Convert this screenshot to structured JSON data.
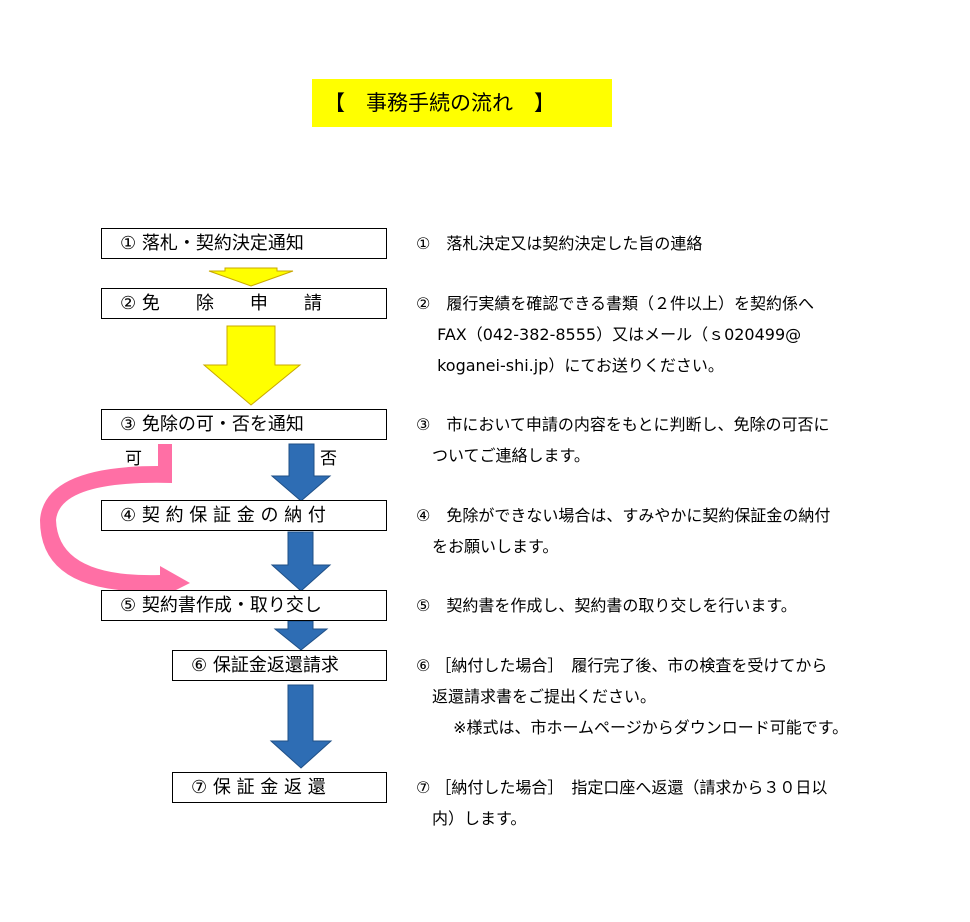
{
  "title": "【　事務手続の流れ　】",
  "steps": {
    "s1": "① 落札・契約決定通知",
    "s2": "② 免　　除　　申　　請",
    "s3": "③ 免除の可・否を通知",
    "s4": "④ 契 約 保 証 金 の 納 付",
    "s5": "⑤ 契約書作成・取り交し",
    "s6": "⑥ 保証金返還請求",
    "s7": "⑦ 保 証 金 返 還"
  },
  "branch": {
    "yes": "可",
    "no": "否"
  },
  "descriptions": {
    "d1": "①　落札決定又は契約決定した旨の連絡",
    "d2": "②　履行実績を確認できる書類（２件以上）を契約係へ\n　 FAX（042-382-8555）又はメール（ｓ020499@\n　 koganei-shi.jp）にてお送りください。",
    "d3": "③　市において申請の内容をもとに判断し、免除の可否に\n　ついてご連絡します。",
    "d4": "④　免除ができない場合は、すみやかに契約保証金の納付\n　をお願いします。",
    "d5": "⑤　契約書を作成し、契約書の取り交しを行います。",
    "d6": "⑥ ［納付した場合］　履行完了後、市の検査を受けてから\n　返還請求書をご提出ください。\n　　 ※様式は、市ホームページからダウンロード可能です。",
    "d7": "⑦ ［納付した場合］　指定口座へ返還（請求から３０日以\n　内）します。"
  },
  "colors": {
    "yellow_arrow": "#ffff00",
    "yellow_stroke": "#c9a800",
    "blue_arrow": "#2e6db4",
    "pink_arrow": "#ff6fa5",
    "title_bg": "#ffff00"
  }
}
